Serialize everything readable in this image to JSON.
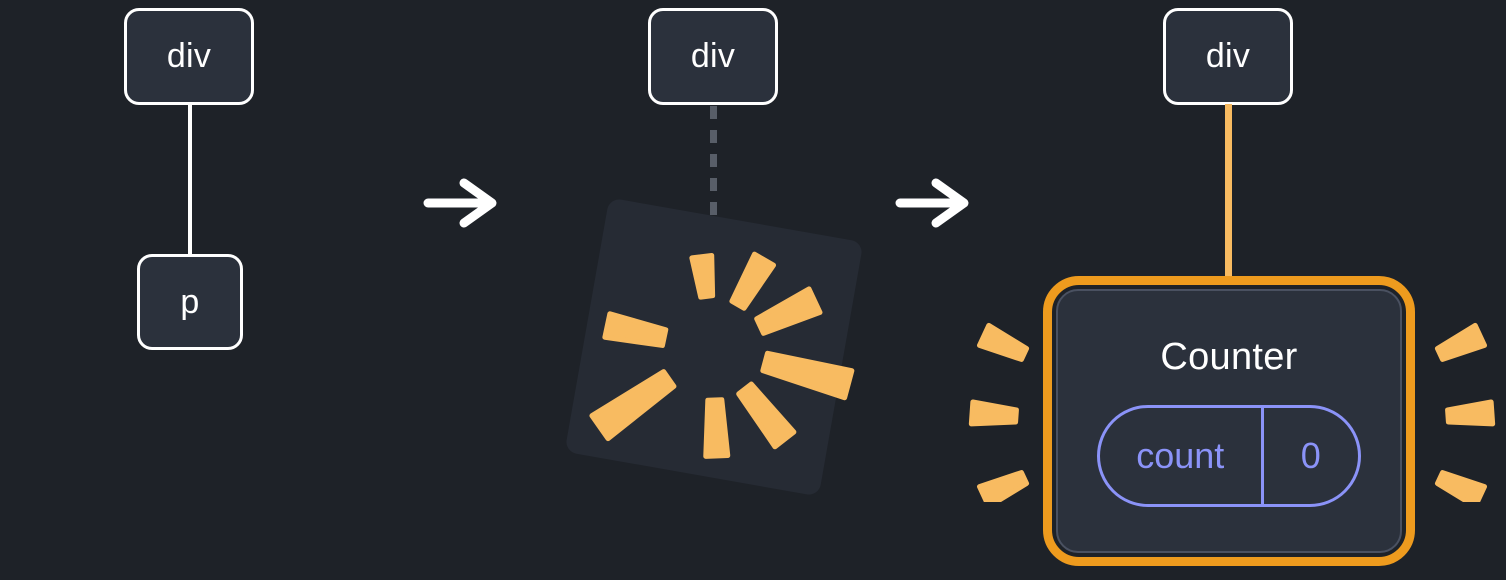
{
  "diagram": {
    "stage1": {
      "root": "div",
      "child": "p"
    },
    "stage2": {
      "root": "div"
    },
    "stage3": {
      "root": "div",
      "component": {
        "title": "Counter",
        "state_label": "count",
        "state_value": "0"
      }
    }
  },
  "icons": {
    "arrow": "arrow-right-icon",
    "explosion": "explosion-sparks-icon",
    "emphasis_left": "emphasis-sparks-left-icon",
    "emphasis_right": "emphasis-sparks-right-icon"
  },
  "colors": {
    "background": "#1e2228",
    "node_fill": "#2b313c",
    "node_border": "#ffffff",
    "line_white": "#ffffff",
    "dashed_line": "#585e68",
    "square_fill": "#262b34",
    "orange": "#ee9b1e",
    "orange_light": "#f8bb61",
    "lavender": "#8b93f8",
    "inner_stroke": "#4a5161",
    "text_white": "#ffffff"
  }
}
